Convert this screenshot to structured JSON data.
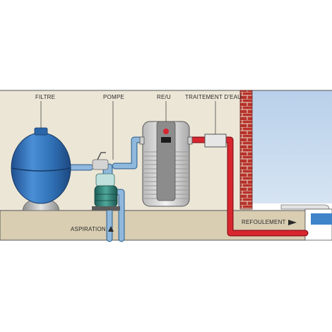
{
  "labels": {
    "filter": "FILTRE",
    "pump": "POMPE",
    "heater": "RE/U",
    "treatment": "TRAITEMENT D'EAU",
    "suction": "ASPIRATION",
    "discharge": "REFOULEMENT"
  },
  "colors": {
    "wall_bg": "#ece6d6",
    "ground": "#d9cdb2",
    "pool_water": "#c9dcef",
    "brick": "#b8322a",
    "cold_pipe": "#8fb8dc",
    "hot_pipe": "#d8262f",
    "filter_tank": "#2f6fb3",
    "heater_body": "#dcdcdc"
  },
  "icons": {
    "suction_arrow": "arrow-up-icon",
    "discharge_arrow": "arrow-right-icon"
  }
}
